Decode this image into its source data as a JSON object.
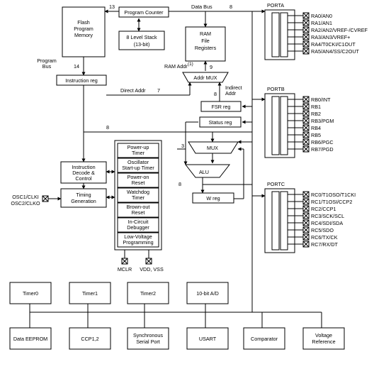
{
  "blocks": {
    "flash": [
      "Flash",
      "Program",
      "Memory"
    ],
    "program_counter": "Program Counter",
    "stack": [
      "8 Level Stack",
      "(13-bit)"
    ],
    "ram": [
      "RAM",
      "File",
      "Registers"
    ],
    "instruction_reg": "Instruction reg",
    "addr_mux": "Addr MUX",
    "fsr_reg": "FSR reg",
    "status_reg": "Status reg",
    "mux": "MUX",
    "alu": "ALU",
    "w_reg": "W reg",
    "instruction_decode": [
      "Instruction",
      "Decode &",
      "Control"
    ],
    "timing_generation": [
      "Timing",
      "Generation"
    ],
    "control_group": [
      [
        "Power-up",
        "Timer"
      ],
      [
        "Oscillator",
        "Start-up Timer"
      ],
      [
        "Power-on",
        "Reset"
      ],
      [
        "Watchdog",
        "Timer"
      ],
      [
        "Brown-out",
        "Reset"
      ],
      [
        "In-Circuit",
        "Debugger"
      ],
      [
        "Low-Voltage",
        "Programming"
      ]
    ],
    "peripherals_top": [
      "Timer0",
      "Timer1",
      "Timer2",
      "10-bit A/D"
    ],
    "peripherals_bottom": [
      [
        "Data EEPROM"
      ],
      [
        "CCP1,2"
      ],
      [
        "Synchronous",
        "Serial Port"
      ],
      [
        "USART"
      ],
      [
        "Comparator"
      ],
      [
        "Voltage",
        "Reference"
      ]
    ]
  },
  "labels": {
    "data_bus": "Data Bus",
    "program_bus": [
      "Program",
      "Bus"
    ],
    "direct_addr": "Direct Addr",
    "indirect_addr": [
      "Indirect",
      "Addr"
    ],
    "ram_addr": "RAM Addr",
    "ram_addr_sup": "(1)",
    "osc": [
      "OSC1/CLKI",
      "OSC2/CLKO"
    ],
    "mclr": "MCLR",
    "vdd_vss": "VDD, VSS"
  },
  "bus_widths": {
    "pc_to_flash": "13",
    "data_bus": "8",
    "program_bus": "14",
    "ram_addr": "9",
    "direct_addr": "7",
    "indirect_addr": "8",
    "alu_bus": "8",
    "alu_side": "3",
    "w_bus": "8"
  },
  "ports": {
    "porta": {
      "title": "PORTA",
      "pins": [
        "RA0/AN0",
        "RA1/AN1",
        "RA2/AN2/VREF-/CVREF",
        "RA3/AN3/VREF+",
        "RA4/T0CKI/C1OUT",
        "RA5/AN4/SS/C2OUT"
      ]
    },
    "portb": {
      "title": "PORTB",
      "pins": [
        "RB0/INT",
        "RB1",
        "RB2",
        "RB3/PGM",
        "RB4",
        "RB5",
        "RB6/PGC",
        "RB7/PGD"
      ]
    },
    "portc": {
      "title": "PORTC",
      "pins": [
        "RC0/T1OSO/T1CKI",
        "RC1/T1OSI/CCP2",
        "RC2/CCP1",
        "RC3/SCK/SCL",
        "RC4/SDI/SDA",
        "RC5/SDO",
        "RC6/TX/CK",
        "RC7/RX/DT"
      ]
    }
  }
}
